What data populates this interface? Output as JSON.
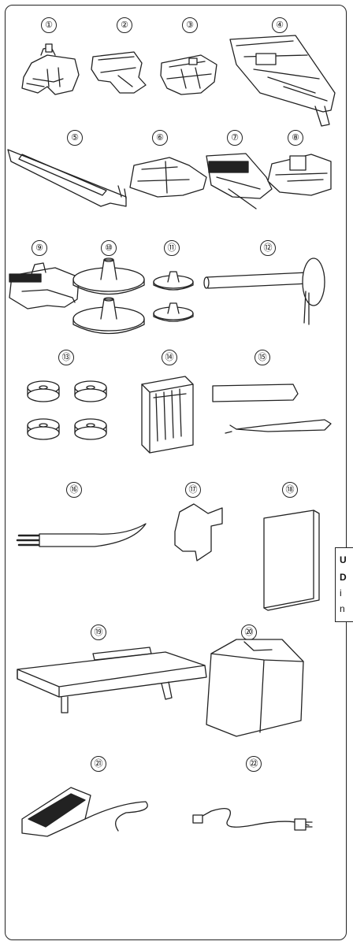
{
  "items": [
    {
      "label": "①"
    },
    {
      "label": "②"
    },
    {
      "label": "③"
    },
    {
      "label": "④"
    },
    {
      "label": "⑤"
    },
    {
      "label": "⑥"
    },
    {
      "label": "⑦"
    },
    {
      "label": "⑧"
    },
    {
      "label": "⑨"
    },
    {
      "label": "⑩"
    },
    {
      "label": "⑪"
    },
    {
      "label": "⑫"
    },
    {
      "label": "⑬"
    },
    {
      "label": "⑭"
    },
    {
      "label": "⑮"
    },
    {
      "label": "⑯"
    },
    {
      "label": "⑰"
    },
    {
      "label": "⑱"
    },
    {
      "label": "⑲"
    },
    {
      "label": "⑳"
    },
    {
      "label": "㉑"
    },
    {
      "label": "㉒"
    }
  ],
  "side_note": {
    "lines": [
      "U",
      "D",
      "i",
      "n"
    ]
  }
}
